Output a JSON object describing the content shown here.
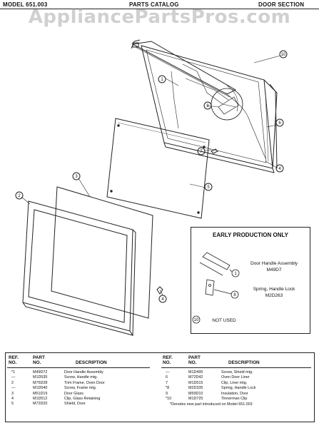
{
  "header": {
    "model": "MODEL 651.003",
    "catalog": "PARTS CATALOG",
    "section": "DOOR SECTION"
  },
  "watermark": "AppliancePartsPros.com",
  "callouts": [
    "1",
    "2",
    "4",
    "5",
    "6",
    "7",
    "8",
    "9",
    "10"
  ],
  "early_production": {
    "title": "EARLY PRODUCTION ONLY",
    "items": [
      {
        "num": "1",
        "name": "Door Handle Assembly",
        "part": "M49D7"
      },
      {
        "num": "8",
        "name": "Spring, Handle Lock",
        "part": "M2D263"
      },
      {
        "num": "10",
        "name": "NOT USED",
        "part": ""
      }
    ]
  },
  "parts_table": {
    "headers": {
      "ref": "REF.",
      "no": "NO.",
      "part": "PART",
      "part_no": "NO.",
      "description": "DESCRIPTION"
    },
    "left": [
      {
        "ref": "*1",
        "part": "M49D72",
        "desc": "Door Handle Assembly"
      },
      {
        "ref": "—",
        "part": "M1D535",
        "desc": "Screw, Handle mtg."
      },
      {
        "ref": "2",
        "part": "M75D28",
        "desc": "Trim Frame, Oven Door"
      },
      {
        "ref": "—",
        "part": "M1D540",
        "desc": "Screw, Frame mtg."
      },
      {
        "ref": "3",
        "part": "M51D19",
        "desc": "Door Glass"
      },
      {
        "ref": "4",
        "part": "M1D512",
        "desc": "Clip, Glass Retaining"
      },
      {
        "ref": "5",
        "part": "M72D20",
        "desc": "Shield, Door"
      }
    ],
    "right": [
      {
        "ref": "—",
        "part": "M1D495",
        "desc": "Screw, Shield mtg."
      },
      {
        "ref": "6",
        "part": "M72D42",
        "desc": "Oven Door Liner"
      },
      {
        "ref": "7",
        "part": "M1D515",
        "desc": "Clip, Liner mtg."
      },
      {
        "ref": "*8",
        "part": "M2D335",
        "desc": "Spring, Handle Lock"
      },
      {
        "ref": "9",
        "part": "M59D10",
        "desc": "Insulation, Door"
      },
      {
        "ref": "*10",
        "part": "M1D725",
        "desc": "Tinnerman Clip"
      }
    ],
    "footnote": "*Denotes new part introduced on Model 651.003"
  }
}
